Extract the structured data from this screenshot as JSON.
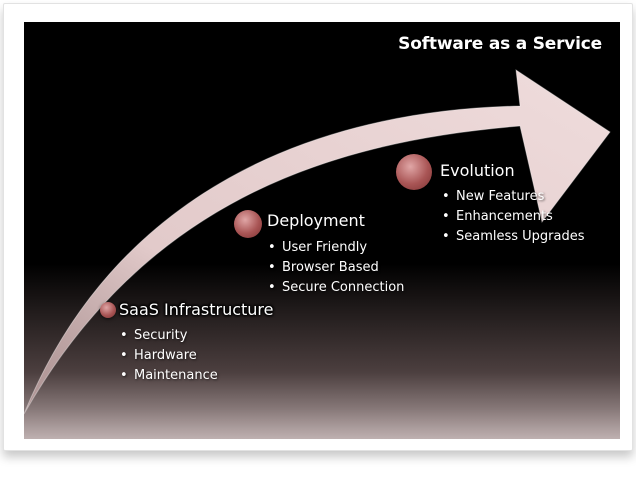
{
  "title": "Software as a Service",
  "stages": [
    {
      "label": "SaaS Infrastructure",
      "bullets": [
        "Security",
        "Hardware",
        "Maintenance"
      ]
    },
    {
      "label": "Deployment",
      "bullets": [
        "User Friendly",
        "Browser Based",
        "Secure Connection"
      ]
    },
    {
      "label": "Evolution",
      "bullets": [
        "New Features",
        "Enhancements",
        "Seamless Upgrades"
      ]
    }
  ],
  "colors": {
    "arrow_fill": "#ead4d4",
    "node_fill": "#a95555",
    "background": "#000000",
    "text": "#ffffff"
  }
}
